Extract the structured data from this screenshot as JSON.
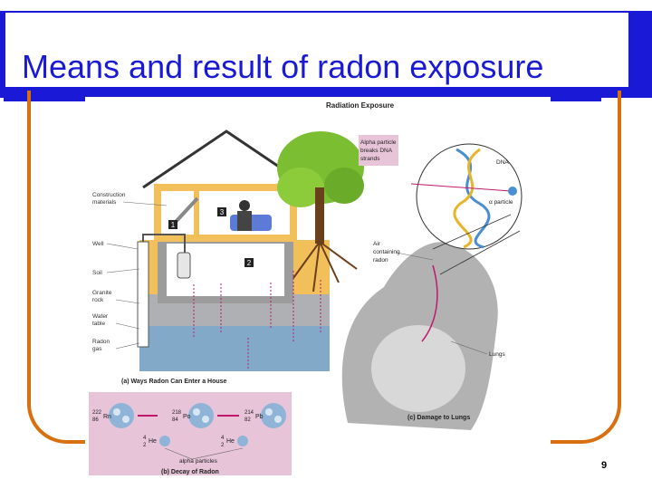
{
  "slide": {
    "title": "Means and result of radon exposure",
    "number": "9"
  },
  "figure": {
    "heading": "Radiation Exposure",
    "panel_a": {
      "caption": "(a) Ways Radon Can Enter a House",
      "labels": {
        "construction_1": "Construction",
        "construction_2": "materials",
        "well": "Well",
        "soil": "Soil",
        "granite_1": "Granite",
        "granite_2": "rock",
        "water_1": "Water",
        "water_2": "table",
        "radon_1": "Radon",
        "radon_2": "gas"
      },
      "markers": [
        "1",
        "2",
        "3"
      ]
    },
    "panel_b": {
      "caption": "(b) Decay of Radon",
      "alpha": "alpha particles",
      "isotopes": [
        {
          "mass": "222",
          "z": "86",
          "sym": "Rn"
        },
        {
          "mass": "218",
          "z": "84",
          "sym": "Po"
        },
        {
          "mass": "214",
          "z": "82",
          "sym": "Pb"
        }
      ],
      "helium": [
        {
          "mass": "4",
          "z": "2",
          "sym": "He"
        },
        {
          "mass": "4",
          "z": "2",
          "sym": "He"
        }
      ]
    },
    "panel_c": {
      "caption": "(c) Damage to Lungs",
      "labels": {
        "alpha_dna_1": "Alpha particle",
        "alpha_dna_2": "breaks DNA",
        "alpha_dna_3": "strands",
        "dna": "DNA",
        "alpha_particle": "α particle",
        "air_1": "Air",
        "air_2": "containing",
        "air_3": "radon",
        "lungs": "Lungs"
      }
    },
    "colors": {
      "sky": "#ffffff",
      "soil": "#f2c05a",
      "rock": "#aeb0b4",
      "water": "#82aac8",
      "label_pink": "#e8c4d8",
      "arrow": "#c0186c"
    }
  }
}
